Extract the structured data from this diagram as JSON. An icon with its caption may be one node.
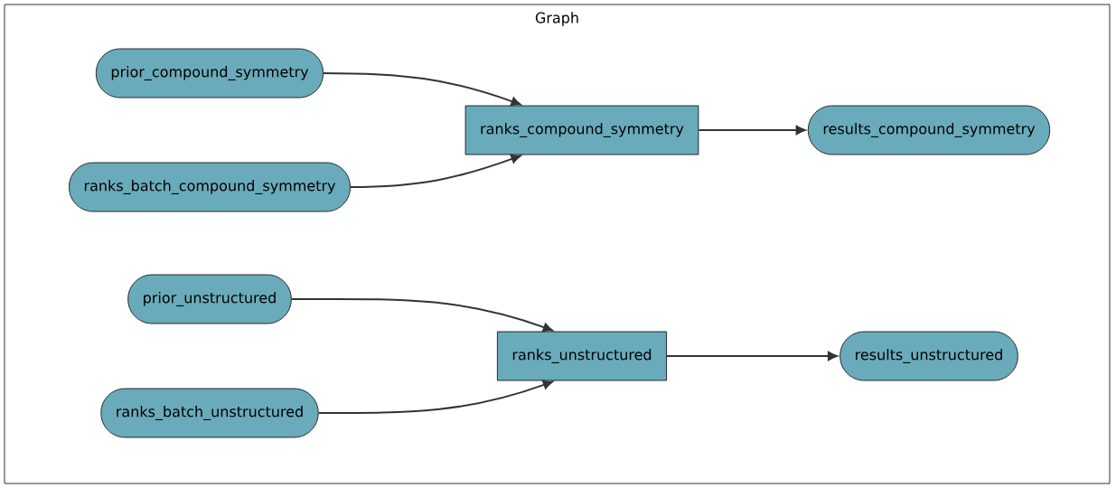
{
  "diagram": {
    "nodes": [
      {
        "text": [
          "Graph"
        ]
      },
      {
        "text": [
          "prior_compound_symmetry"
        ],
        "in": 0
      },
      {
        "text": [
          "ranks_compound_symmetry"
        ],
        "in": 0
      },
      {
        "text": [
          "results_compound_symmetry"
        ],
        "in": 0
      },
      {
        "text": [
          "ranks_batch_compound_symmetry"
        ],
        "in": 0
      },
      {
        "text": [
          "prior_unstructured"
        ],
        "in": 0
      },
      {
        "text": [
          "ranks_unstructured"
        ],
        "in": 0
      },
      {
        "text": [
          "results_unstructured"
        ],
        "in": 0
      },
      {
        "text": [
          "ranks_batch_unstructured"
        ],
        "in": 0
      }
    ],
    "edges": [
      {
        "from": 1,
        "to": 2,
        "arrow": "to"
      },
      {
        "from": 4,
        "to": 2,
        "arrow": "to"
      },
      {
        "from": 2,
        "to": 3,
        "arrow": "to"
      },
      {
        "from": 5,
        "to": 6,
        "arrow": "to"
      },
      {
        "from": 8,
        "to": 6,
        "arrow": "to"
      },
      {
        "from": 6,
        "to": 7,
        "arrow": "to"
      }
    ]
  }
}
